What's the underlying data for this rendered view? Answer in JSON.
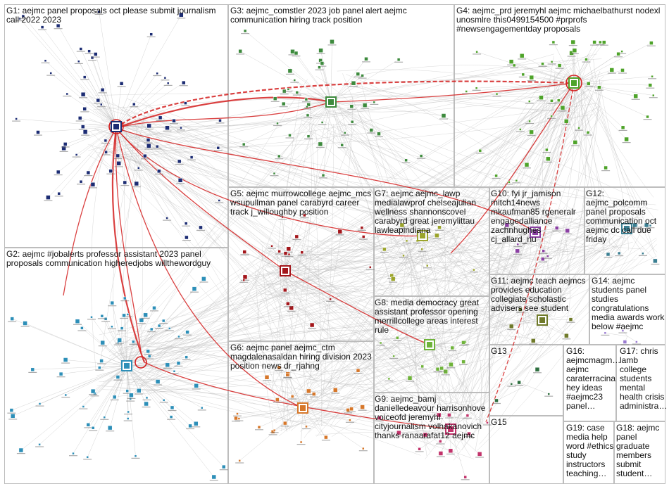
{
  "title": "aejmc network graph",
  "colors": {
    "edge_grey": "#b8b8b8",
    "edge_red": "#d42020",
    "box_border": "#bdbdbd",
    "g1": "#1c2c73",
    "g2": "#2d8fb8",
    "g3": "#3d8a3d",
    "g4": "#4ea32a",
    "g5": "#a3161b",
    "g6": "#d6772a",
    "g7": "#9ba42b",
    "g8": "#6fb33a",
    "g9": "#c2336b",
    "g10": "#8b40a3",
    "g11": "#6f7a2a",
    "g12": "#3b7f92",
    "g13": "#2e6f3f",
    "g14": "#9a7bd1"
  },
  "groups": [
    {
      "id": "G1",
      "label": "G1: aejmc panel proposals oct please submit journalism call 2022 2023"
    },
    {
      "id": "G2",
      "label": "G2: aejmc #jobalerts professor assistant 2023 panel proposals communication higheredjobs willthewordguy"
    },
    {
      "id": "G3",
      "label": "G3: aejmc_comstler 2023 job panel alert aejmc communication hiring track position"
    },
    {
      "id": "G4",
      "label": "G4: aejmc_prd jeremyhl aejmc michaelbathurst nodexl unosmlre this0499154500 #prprofs #newsengagementday proposals"
    },
    {
      "id": "G5",
      "label": "G5: aejmc murrowcollege aejmc_mcs wsupullman panel carabyrd career track j_willoughby position"
    },
    {
      "id": "G6",
      "label": "G6: aejmc panel aejmc_ctm magdalenasaldan hiring division 2023 position news dr_rjahng"
    },
    {
      "id": "G7",
      "label": "G7: aejmc aejmc_lawp medialawprof chelseajulian wellness shannonscovel carabyrd great jeremylittau lawleapindiana"
    },
    {
      "id": "G8",
      "label": "G8: media democracy great assistant professor opening merrillcollege areas interest rule"
    },
    {
      "id": "G9",
      "label": "G9: aejmc_bamj danielledeavour harrisonhove voiceofd jeremyhl cityjournalism volhakanovich thanks ranaarafat12 aejmc"
    },
    {
      "id": "G10",
      "label": "G10: fyi jr_jamison mitch14news mkaufman85 rgeneralr engagedalliance zachnhughes cj_allard_nu"
    },
    {
      "id": "G11",
      "label": "G11: aejmc teach aejmcs provides education collegiate scholastic advisers see student"
    },
    {
      "id": "G12",
      "label": "G12: aejmc_polcomm panel proposals communication oct aejmc dc call due friday"
    },
    {
      "id": "G13",
      "label": "G13"
    },
    {
      "id": "G14",
      "label": "G14: aejmc students panel studies congratulations media awards work below #aejmc"
    },
    {
      "id": "G15",
      "label": "G15"
    },
    {
      "id": "G16",
      "label": "G16: aejmcmagm… aejmc caraterracina hey ideas #aejmc23 panel…"
    },
    {
      "id": "G17",
      "label": "G17: chris lamb college students mental health crisis administra…"
    },
    {
      "id": "G18",
      "label": "G18: aejmc panel graduate members submit student…"
    },
    {
      "id": "G19",
      "label": "G19: case media help word #ethics study instructors teaching…"
    }
  ]
}
